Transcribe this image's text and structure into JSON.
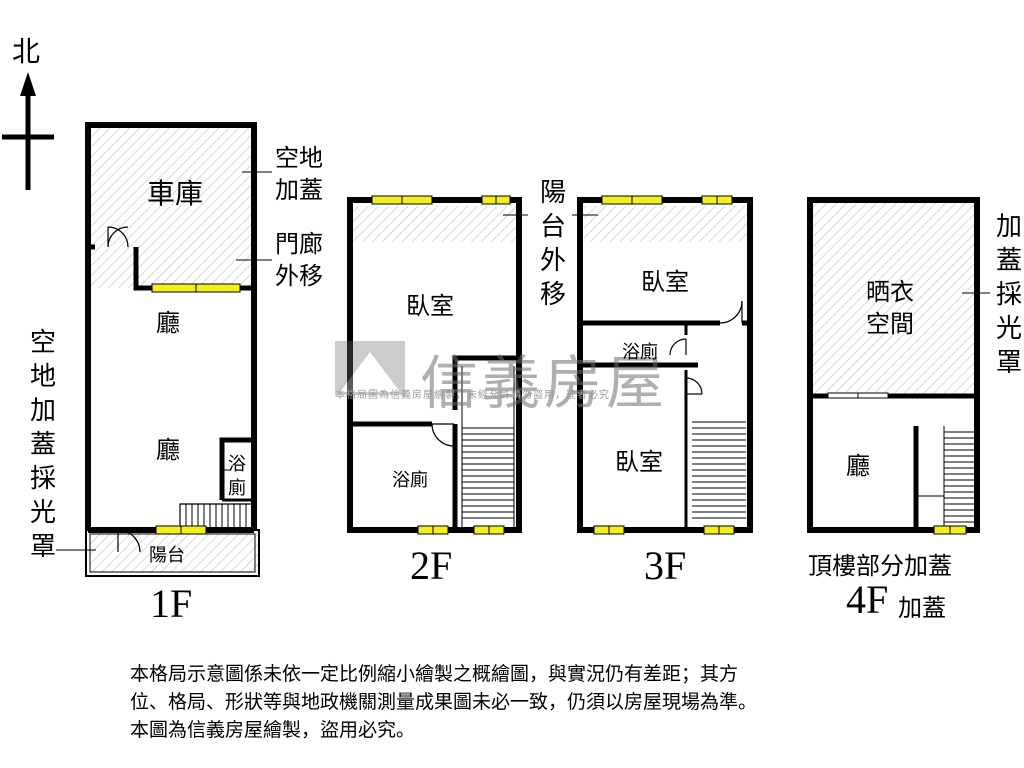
{
  "compass": {
    "north_label": "北"
  },
  "floors": {
    "f1": {
      "label": "1F",
      "rooms": {
        "garage": "車庫",
        "hall_top": "廳",
        "hall_bottom": "廳",
        "bath_1": "浴",
        "bath_2": "廁",
        "balcony": "陽台"
      },
      "annotations": {
        "garage_addon": [
          "空地",
          "加蓋"
        ],
        "porch_moved": [
          "門廊",
          "外移"
        ],
        "skylight": [
          "空",
          "地",
          "加",
          "蓋",
          "採",
          "光",
          "罩"
        ]
      }
    },
    "f2": {
      "label": "2F",
      "rooms": {
        "bedroom": "臥室",
        "bath": "浴廁"
      },
      "annotations": {
        "balcony_out": [
          "陽",
          "台",
          "外",
          "移"
        ]
      }
    },
    "f3": {
      "label": "3F",
      "rooms": {
        "bedroom_top": "臥室",
        "bath": "浴廁",
        "bedroom_bottom": "臥室"
      }
    },
    "f4": {
      "label": "4F",
      "label_suffix": "加蓋",
      "caption": "頂樓部分加蓋",
      "rooms": {
        "drying": [
          "晒衣",
          "空間"
        ],
        "hall": "廳"
      },
      "annotations": {
        "roof_skylight": [
          "加",
          "蓋",
          "採",
          "光",
          "罩"
        ]
      }
    }
  },
  "watermark": {
    "brand": "信義房屋",
    "notice": "本格局圖為信義房屋繪製，未經允許請勿盜用，違者必究"
  },
  "disclaimer": [
    "本格局示意圖係未依一定比例縮小繪製之概繪圖，與實況仍有差距；其方",
    "位、格局、形狀等與地政機關測量成果圖未必一致，仍須以房屋現場為準。",
    "本圖為信義房屋繪製，盜用必究。"
  ],
  "colors": {
    "wall": "#000000",
    "window": "#f2ef1a",
    "hatch": "#c8c8c8",
    "watermark": "#7a7a7a"
  }
}
